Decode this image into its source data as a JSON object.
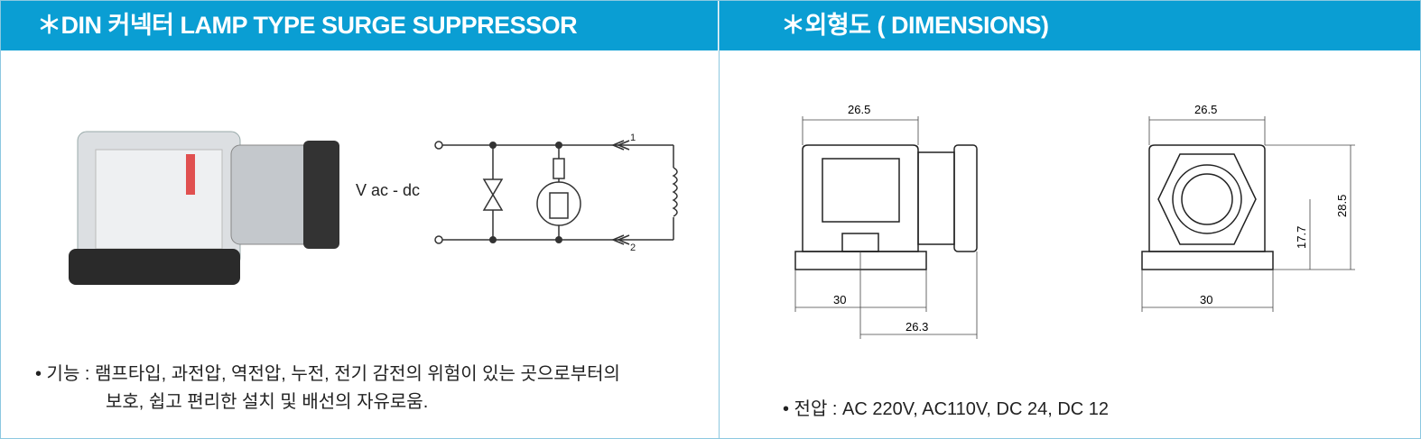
{
  "left": {
    "title": "＊DIN 커넥터 LAMP TYPE SURGE SUPPRESSOR",
    "voltage_label": "V ac - dc",
    "pin1": "1",
    "pin2": "2",
    "feature_line1": "• 기능 : 램프타입, 과전압, 역전압, 누전, 전기 감전의 위험이 있는 곳으로부터의",
    "feature_line2": "보호, 쉽고 편리한 설치 및 배선의 자유로움."
  },
  "right": {
    "title": "＊외형도 ( DIMENSIONS)",
    "side": {
      "top_width": "26.5",
      "bottom_width": "30",
      "offset": "26.3"
    },
    "front": {
      "top_width": "26.5",
      "bottom_width": "30",
      "height": "28.5",
      "center_height": "17.7"
    },
    "voltage": "• 전압 : AC 220V, AC110V, DC 24, DC 12"
  },
  "colors": {
    "header": "#0a9ed3"
  }
}
